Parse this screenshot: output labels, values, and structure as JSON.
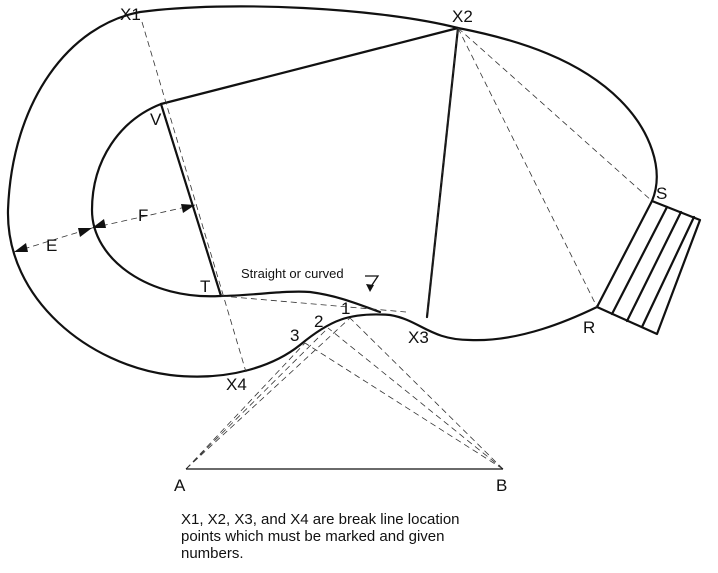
{
  "labels": {
    "x1": "X1",
    "x2": "X2",
    "x3": "X3",
    "x4": "X4",
    "v": "V",
    "t": "T",
    "s": "S",
    "r": "R",
    "e": "E",
    "f": "F",
    "a": "A",
    "b": "B",
    "n1": "1",
    "n2": "2",
    "n3": "3",
    "straight_note": "Straight or curved"
  },
  "caption": {
    "line1": "X1, X2, X3, and X4 are break line location",
    "line2": "points which must be marked and given",
    "line3": "numbers."
  }
}
